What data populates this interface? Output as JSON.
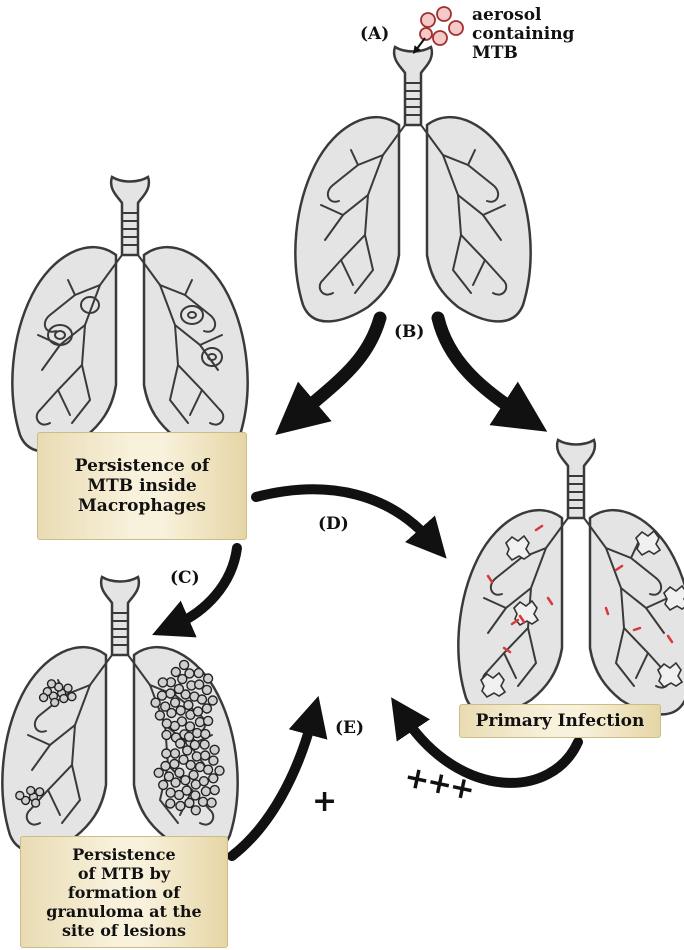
{
  "labels": {
    "step_a": "(A)",
    "step_b": "(B)",
    "step_c": "(C)",
    "step_d": "(D)",
    "step_e": "(E)",
    "aerosol": "aerosol\ncontaining\nMTB"
  },
  "boxes": {
    "macrophages": "Persistence of\nMTB inside\nMacrophages",
    "primary": "Primary Infection",
    "granuloma": "Persistence\nof MTB by\nformation of\ngranuloma at the\nsite of lesions"
  },
  "signs": {
    "plus_one": "+",
    "plus_three": "+++"
  },
  "colors": {
    "outline": "#3a3a3a",
    "lung_fill": "#e4e4e4",
    "box_fill": "#f5ecd2",
    "lesion_red": "#d83a3a",
    "arrow": "#111111"
  }
}
